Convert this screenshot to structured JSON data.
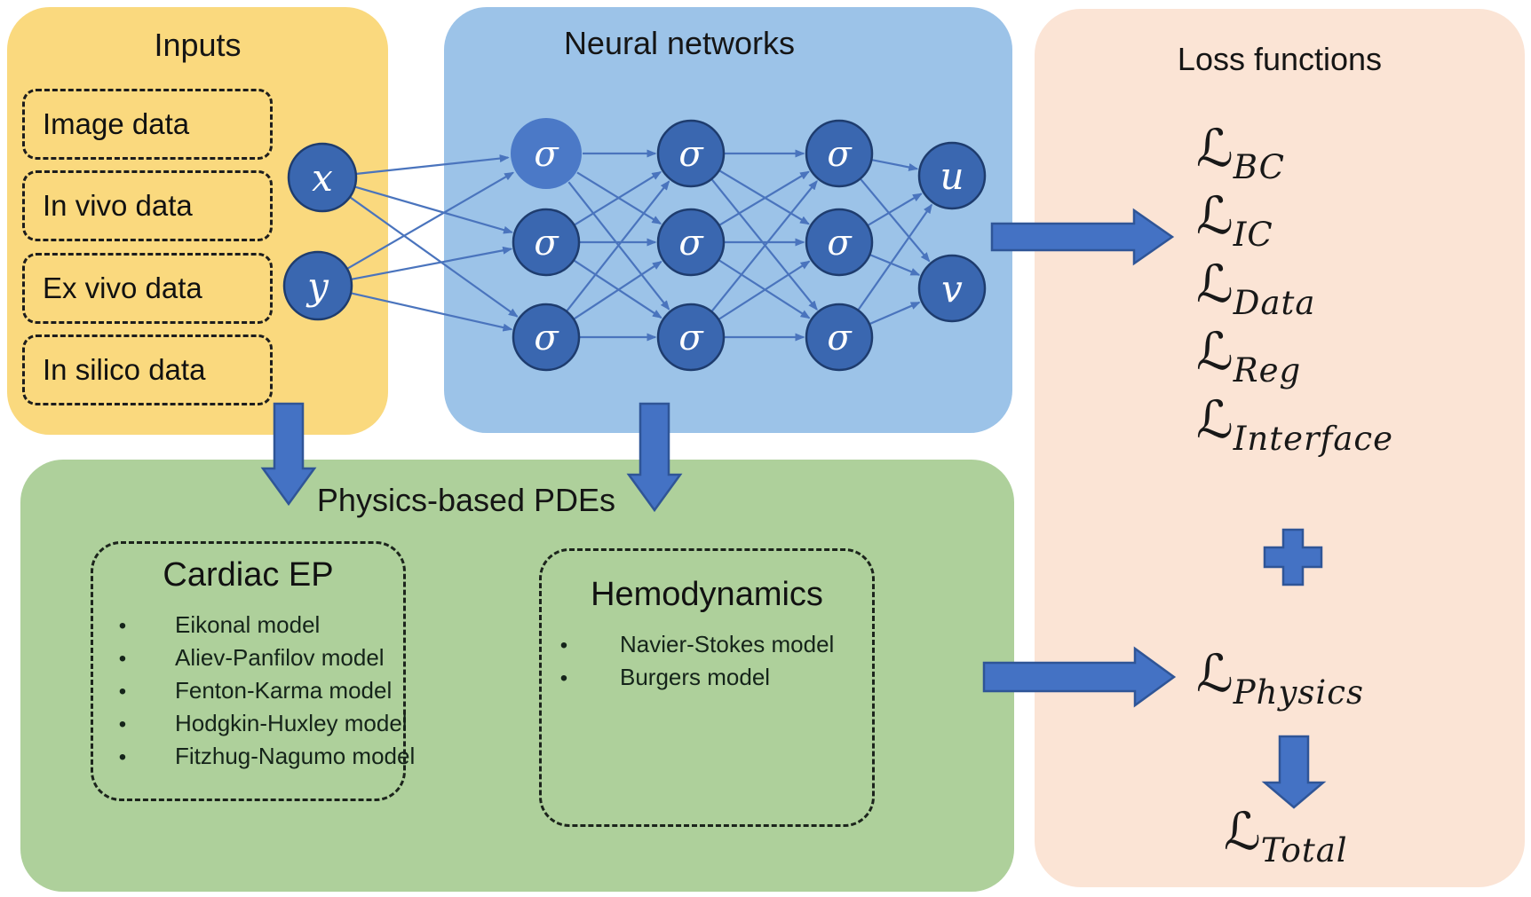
{
  "inputs": {
    "title": "Inputs",
    "items": [
      "Image data",
      "In vivo data",
      "Ex vivo data",
      "In silico data"
    ],
    "variables": [
      "x",
      "y"
    ]
  },
  "network": {
    "title": "Neural networks",
    "activation": "σ",
    "outputs": [
      "u",
      "v"
    ]
  },
  "pdes": {
    "title": "Physics-based PDEs",
    "cardiac": {
      "title": "Cardiac EP",
      "items": [
        "Eikonal model",
        "Aliev-Panfilov model",
        "Fenton-Karma model",
        "Hodgkin-Huxley model",
        "Fitzhug-Nagumo model"
      ]
    },
    "hemodynamics": {
      "title": "Hemodynamics",
      "items": [
        "Navier-Stokes model",
        "Burgers model"
      ]
    }
  },
  "loss": {
    "title": "Loss functions",
    "symbol": "ℒ",
    "terms": [
      "BC",
      "IC",
      "Data",
      "Reg",
      "Interface"
    ],
    "physics_term": "Physics",
    "total_term": "Total",
    "plus_symbol": "+"
  },
  "colors": {
    "inputs_bg": "#fad97e",
    "network_bg": "#9cc3e8",
    "pdes_bg": "#aed09b",
    "loss_bg": "#fbe4d5",
    "node_fill": "#3a67b0",
    "node_fill_light": "#4b79c7",
    "node_ring": "#1e3c6e",
    "edge_line": "#4a74bd",
    "arrow_fill": "#4472c4",
    "arrow_stroke": "#2f5597",
    "text": "#1a1a1a"
  }
}
